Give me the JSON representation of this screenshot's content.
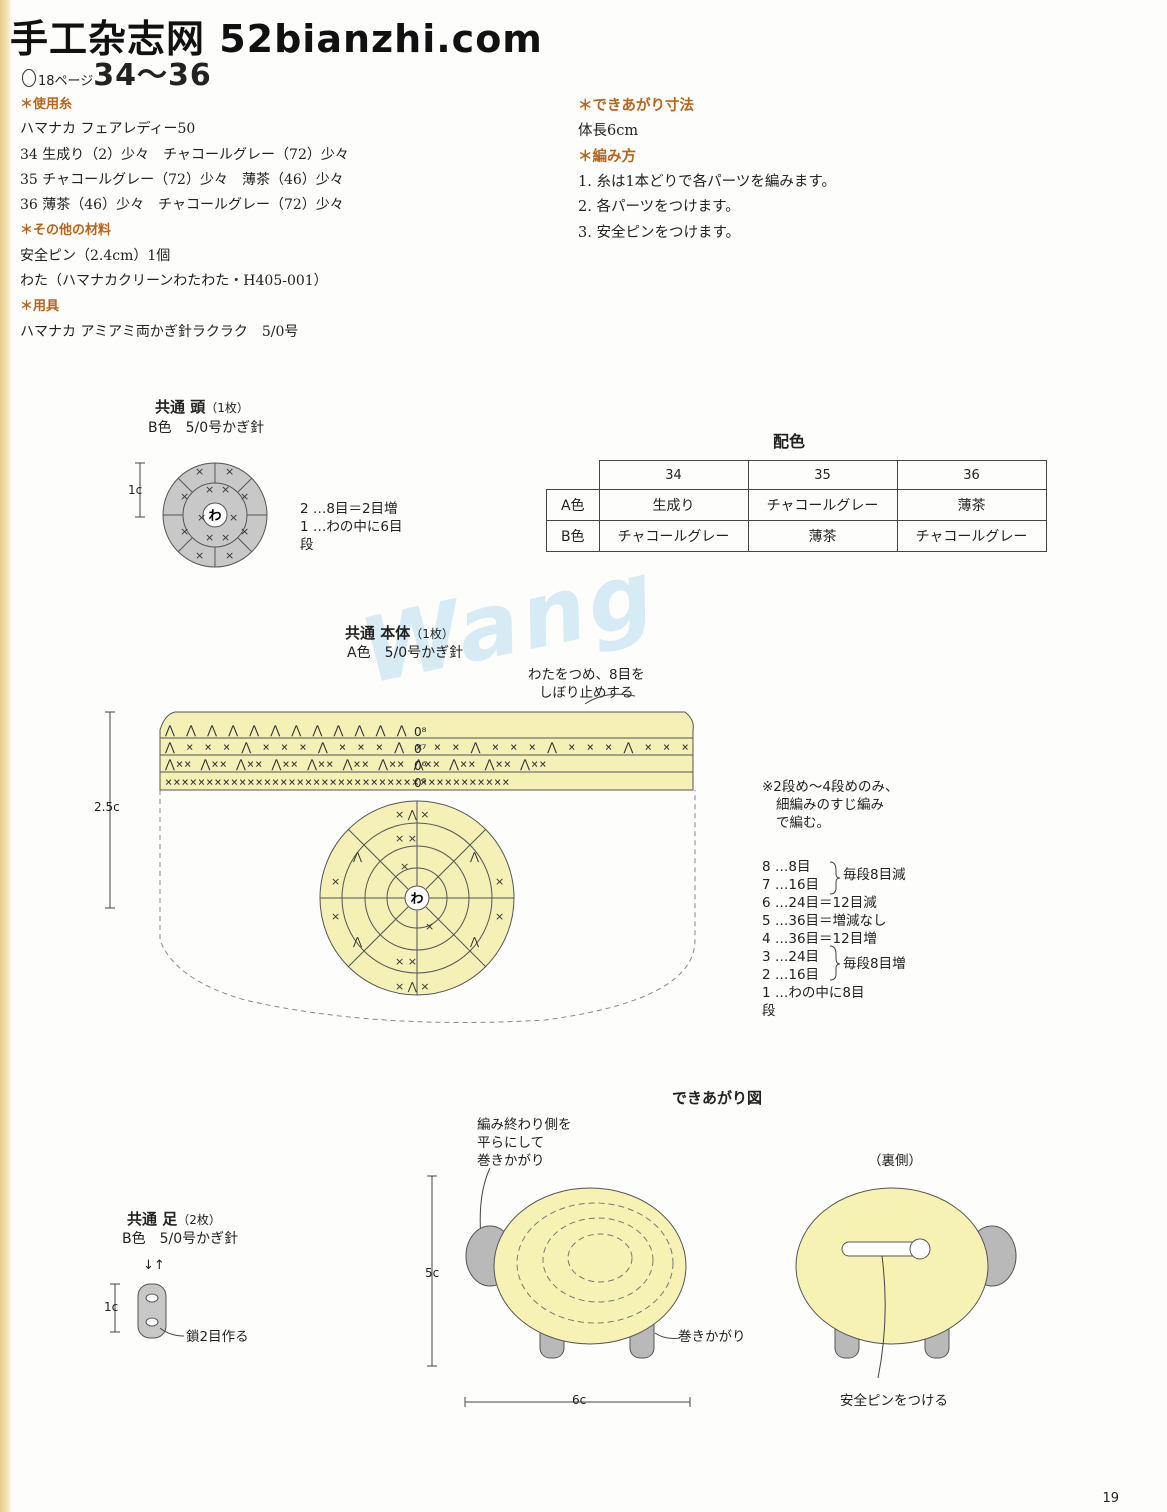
{
  "header": {
    "site": "手工杂志网 52bianzhi.com",
    "page_ref_small": "18ページ",
    "page_ref_big": "34～36"
  },
  "materials": {
    "yarn_heading": "＊使用糸",
    "yarn_brand": "ハマナカ フェアレディー50",
    "yarn_lines": [
      "34 生成り（2）少々　チャコールグレー（72）少々",
      "35 チャコールグレー（72）少々　薄茶（46）少々",
      "36 薄茶（46）少々　チャコールグレー（72）少々"
    ],
    "other_heading": "＊その他の材料",
    "other_lines": [
      "安全ピン（2.4cm）1個",
      "わた（ハマナカクリーンわたわた・H405-001）"
    ],
    "tools_heading": "＊用具",
    "tools_line": "ハマナカ アミアミ両かぎ針ラクラク　5/0号"
  },
  "finished": {
    "size_heading": "＊できあがり寸法",
    "size_value": "体長6cm",
    "method_heading": "＊編み方",
    "steps": [
      "1. 糸は1本どりで各パーツを編みます。",
      "2. 各パーツをつけます。",
      "3. 安全ピンをつけます。"
    ]
  },
  "head": {
    "title": "共通 頭",
    "count": "（1枚）",
    "sub": "B色　5/0号かぎ針",
    "dim": "1c",
    "notes": [
      "2 …8目＝2目増",
      "1 …わの中に6目",
      "段"
    ]
  },
  "color_table": {
    "title": "配色",
    "cols": [
      "34",
      "35",
      "36"
    ],
    "rows": [
      {
        "label": "A色",
        "cells": [
          "生成り",
          "チャコールグレー",
          "薄茶"
        ]
      },
      {
        "label": "B色",
        "cells": [
          "チャコールグレー",
          "薄茶",
          "チャコールグレー"
        ]
      }
    ]
  },
  "body": {
    "title": "共通 本体",
    "count": "（1枚）",
    "sub": "A色　5/0号かぎ針",
    "callout": [
      "わたをつめ、8目を",
      "しぼり止めする"
    ],
    "dim": "2.5c",
    "row_marks": [
      "0⁸",
      "0⁷",
      "0⁶",
      "0⁵"
    ],
    "note": [
      "※2段め～4段めのみ、",
      "細編みのすじ編み",
      "で編む。"
    ],
    "rows": [
      "8 …8目",
      "7 …16目",
      "6 …24目＝12目減",
      "5 …36目＝増減なし",
      "4 …36目＝12目増",
      "3 …24目",
      "2 …16目",
      "1 …わの中に8目",
      "段"
    ],
    "brace_dec": "毎段8目減",
    "brace_inc": "毎段8目増"
  },
  "foot": {
    "title": "共通 足",
    "count": "（2枚）",
    "sub": "B色　5/0号かぎ針",
    "dim": "1c",
    "chain_note": "鎖2目作る",
    "arrows": "↓↑"
  },
  "finished_fig": {
    "title": "できあがり図",
    "note": [
      "編み終わり側を",
      "平らにして",
      "巻きかがり"
    ],
    "back_label": "（裏側）",
    "height": "5c",
    "width": "6c",
    "whip": "巻きかがり",
    "pin": "安全ピンをつける"
  },
  "page_number": "19",
  "watermark": "Wang",
  "colors": {
    "accent": "#b5651d",
    "cream": "#f4f0b6",
    "gray": "#b9b9b9"
  }
}
